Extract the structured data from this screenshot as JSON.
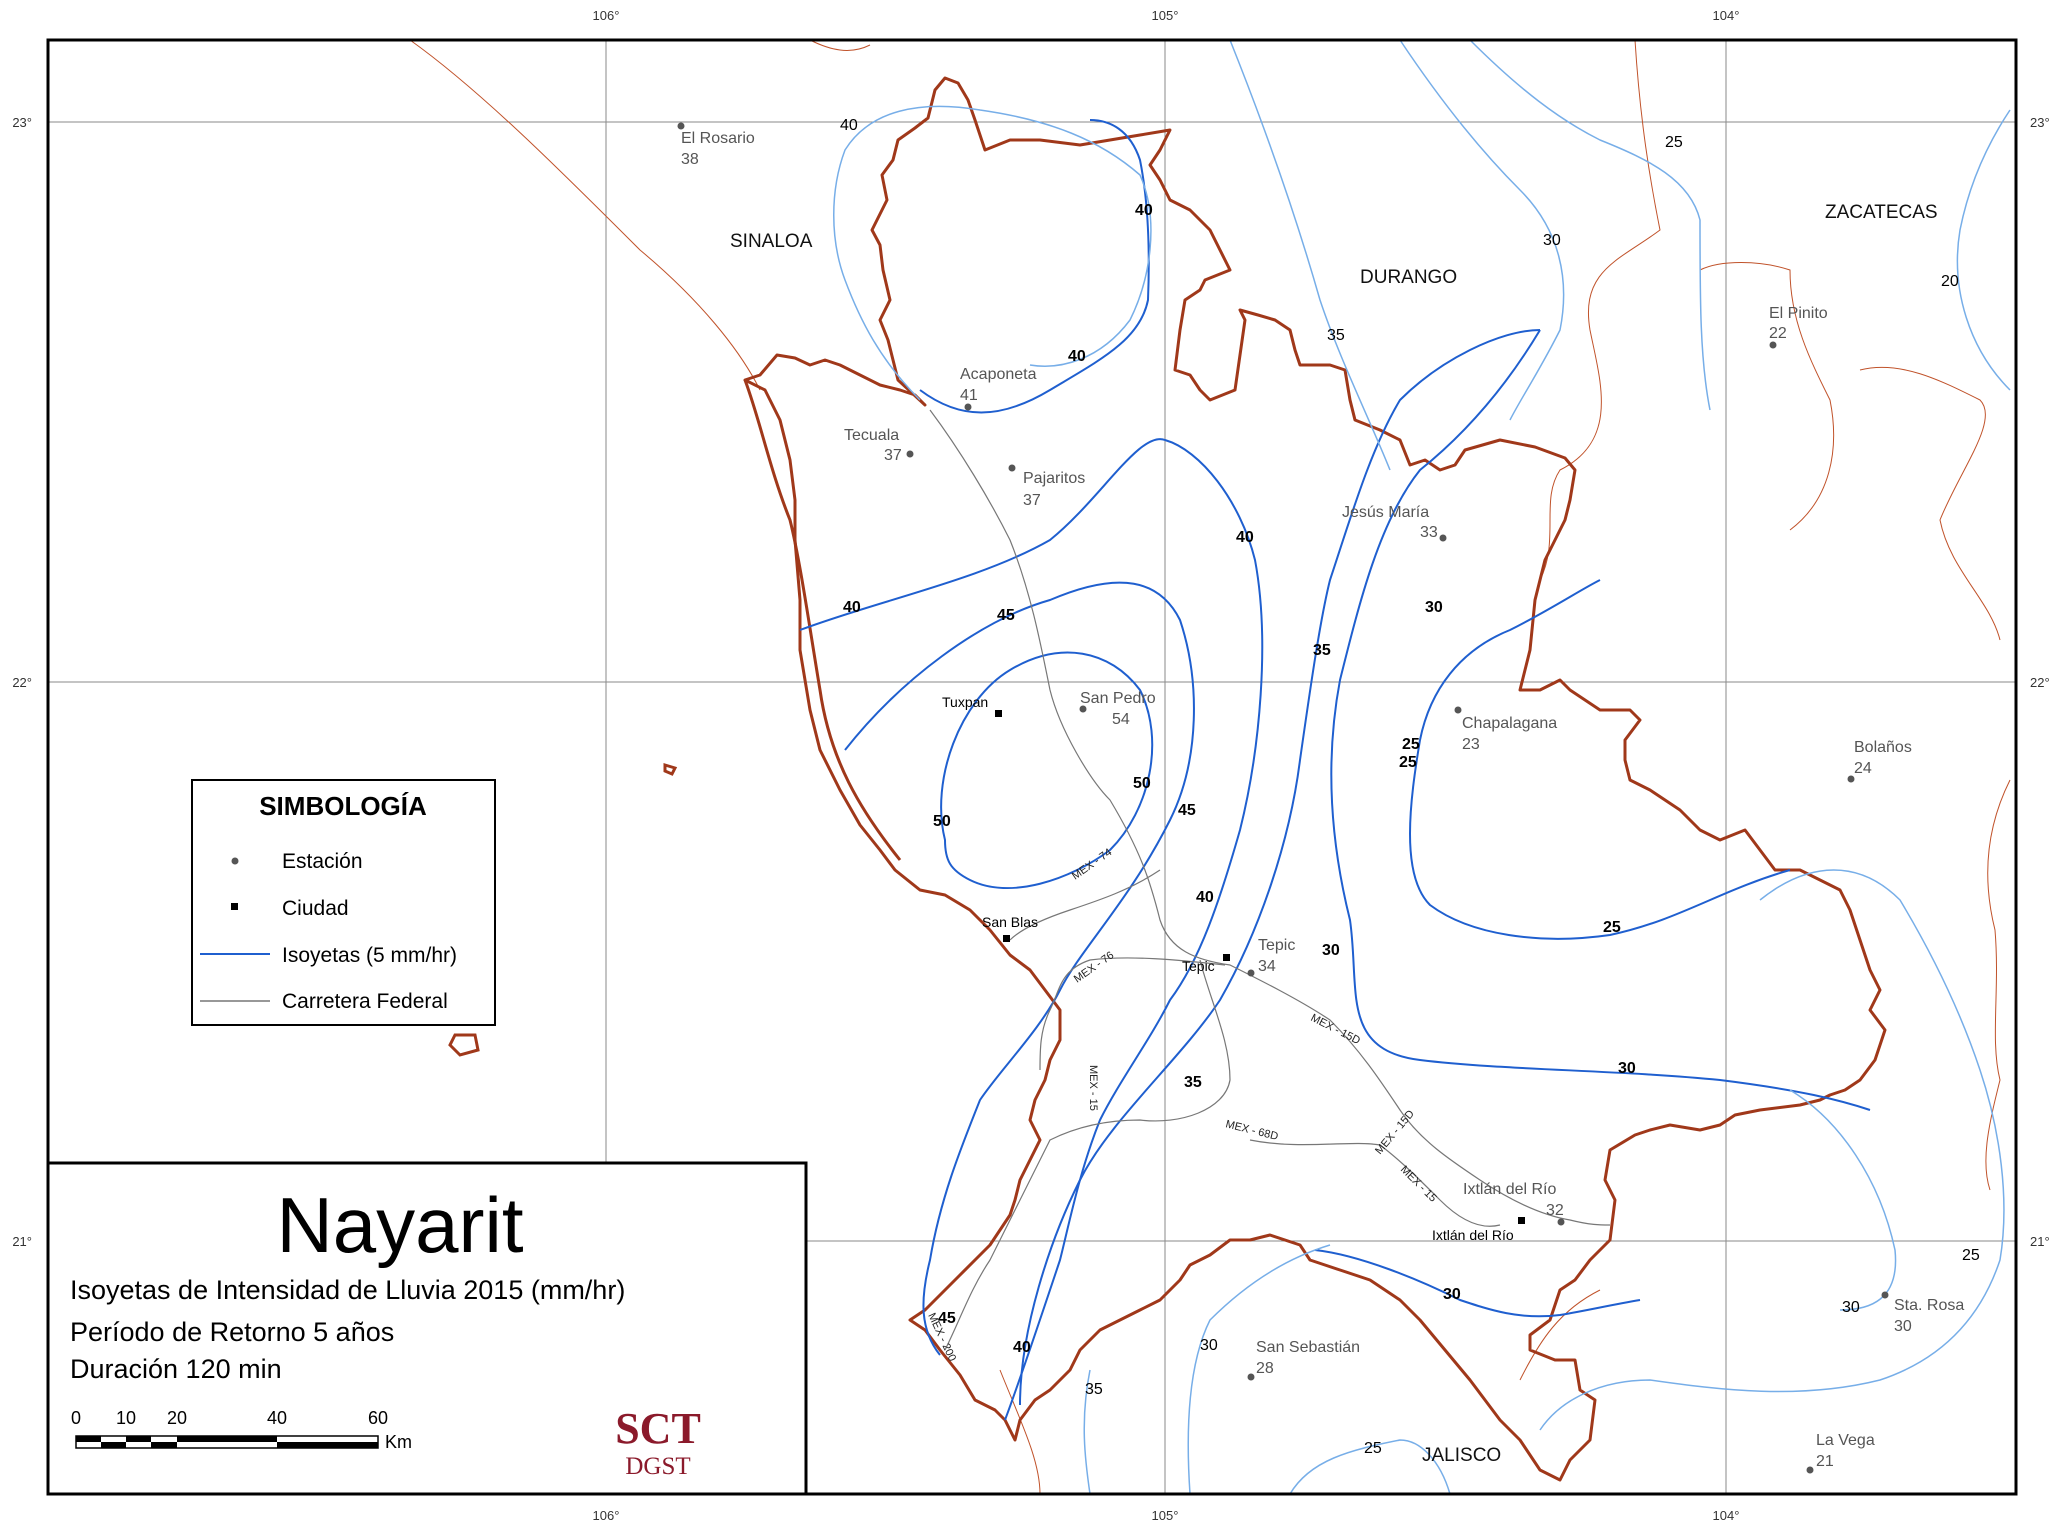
{
  "map": {
    "longitude_labels": [
      "106°",
      "105°",
      "104°"
    ],
    "latitude_labels": [
      "23°",
      "22°",
      "21°"
    ],
    "states": [
      "SINALOA",
      "DURANGO",
      "ZACATECAS",
      "JALISCO"
    ],
    "stations": [
      {
        "name": "El Rosario",
        "value": "38"
      },
      {
        "name": "Acaponeta",
        "value": "41"
      },
      {
        "name": "Tecuala",
        "value": "37"
      },
      {
        "name": "Pajaritos",
        "value": "37"
      },
      {
        "name": "Jesús María",
        "value": "33"
      },
      {
        "name": "Chapalagana",
        "value": "23"
      },
      {
        "name": "El Pinito",
        "value": "22"
      },
      {
        "name": "San Pedro",
        "value": "54"
      },
      {
        "name": "Tepic",
        "value": "34"
      },
      {
        "name": "Bolaños",
        "value": "24"
      },
      {
        "name": "Ixtlán del Río",
        "value": "32"
      },
      {
        "name": "San Sebastián",
        "value": "28"
      },
      {
        "name": "Sta. Rosa",
        "value": "30"
      },
      {
        "name": "La Vega",
        "value": "21"
      }
    ],
    "cities": [
      "Tuxpan",
      "San Blas",
      "Tepic",
      "Ixtlán del Río"
    ],
    "roads": [
      "MEX - 74",
      "MEX - 76",
      "MEX - 15D",
      "MEX - 68D",
      "MEX - 15D",
      "MEX - 15",
      "MEX - 15",
      "MEX - 200"
    ],
    "isoyeta_labels": [
      "40",
      "40",
      "40",
      "40",
      "45",
      "50",
      "50",
      "45",
      "40",
      "35",
      "30",
      "25",
      "25",
      "30",
      "35",
      "30",
      "40",
      "45",
      "40",
      "35",
      "30",
      "25",
      "25",
      "30",
      "30",
      "25",
      "20",
      "30",
      "25",
      "35"
    ],
    "colors": {
      "state_border": "#a0381a",
      "coast": "#c0522a",
      "isoyeta_major": "#1f5fcf",
      "isoyeta_minor": "#77aee8",
      "road": "#777777",
      "grid": "#888888"
    }
  },
  "legend": {
    "title": "SIMBOLOGÍA",
    "items": [
      "Estación",
      "Ciudad",
      "Isoyetas (5 mm/hr)",
      "Carretera Federal"
    ]
  },
  "title_block": {
    "title": "Nayarit",
    "line1": "Isoyetas de Intensidad de Lluvia 2015 (mm/hr)",
    "line2": "Período de Retorno 5 años",
    "line3": "Duración 120 min",
    "scale_labels": [
      "0",
      "10",
      "20",
      "40",
      "60"
    ],
    "scale_unit": "Km",
    "logo_main": "SCT",
    "logo_sub": "DGST"
  }
}
